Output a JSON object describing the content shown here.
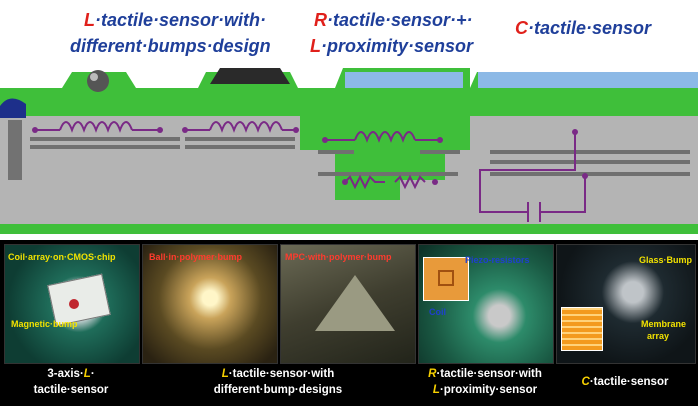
{
  "titles": {
    "t1_line1_lead": "L",
    "t1_line1_rest": "·tactile·sensor·with·",
    "t1_line2": "different·bumps·design",
    "t2_line1_lead": "R",
    "t2_line1_rest": "·tactile·sensor·+·",
    "t2_line2_lead": "L",
    "t2_line2_rest": "·proximity·sensor",
    "t3_lead": "C",
    "t3_rest": "·tactile·sensor"
  },
  "photos": {
    "p1": {
      "label1": "Coil·array·on·CMOS·chip",
      "label2": "Magnetic·bump",
      "cap_a": "3-axis·",
      "cap_b": "L",
      "cap_c": "·",
      "cap_d": "tactile·sensor"
    },
    "p2": {
      "label1": "Ball·in·polymer·bump",
      "cap_a": "L",
      "cap_b": "·tactile·sensor·with",
      "cap_c": "different·bump·designs"
    },
    "p3": {
      "label1": "MPC·with·polymer·bump"
    },
    "p4": {
      "label1": "Piezo-resistors",
      "label2": "Coil",
      "cap_a": "R",
      "cap_b": "·tactile·sensor·with",
      "cap_c": "L",
      "cap_d": "·proximity·sensor"
    },
    "p5": {
      "label1": "Glass·Bump",
      "label2": "Membrane",
      "label3": "array",
      "cap_a": "C",
      "cap_b": "·tactile·sensor"
    }
  },
  "colors": {
    "background_gray": "#b4b4b4",
    "substrate_green": "#3fbf3a",
    "bump_blue": "#8cb9e6",
    "bump_black": "#2a2a2a",
    "coil_purple": "#7a2a86",
    "metal_gray": "#707070",
    "title_blue": "#1f3f9a",
    "title_red": "#e0201b"
  }
}
